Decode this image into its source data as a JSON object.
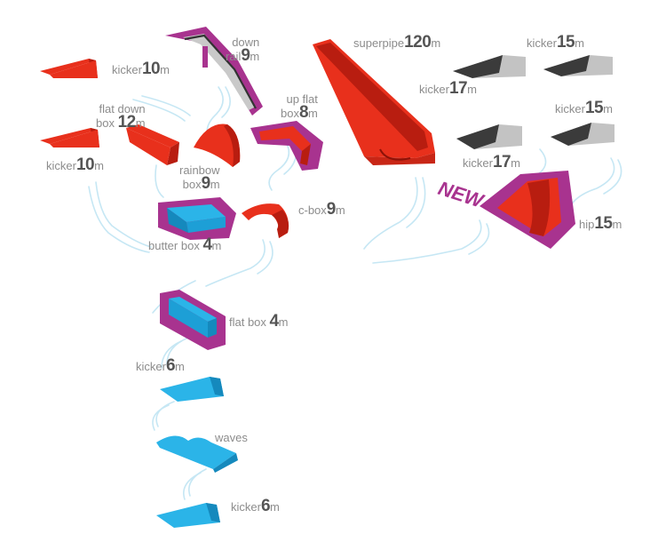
{
  "colors": {
    "red": "#e8301c",
    "red_dark": "#b81d10",
    "purple": "#a8338f",
    "blue": "#2bb4e8",
    "blue_dark": "#1589bd",
    "grey": "#c3c3c3",
    "grey_dark": "#4a4a4a",
    "path": "#bfe4f2"
  },
  "badge": "NEW",
  "features": [
    {
      "id": "kicker-10-a",
      "name": "kicker",
      "size": "10",
      "unit": "m"
    },
    {
      "id": "flat-down-box",
      "name_line1": "flat down",
      "name_line2": "box",
      "size": "12",
      "unit": "m"
    },
    {
      "id": "down-rail",
      "name_line1": "down",
      "name_line2": "rail",
      "size": "9",
      "unit": "m"
    },
    {
      "id": "up-flat-box",
      "name_line1": "up flat",
      "name_line2": "box",
      "size": "8",
      "unit": "m"
    },
    {
      "id": "superpipe",
      "name": "superpipe",
      "size": "120",
      "unit": "m"
    },
    {
      "id": "kicker-15-a",
      "name": "kicker",
      "size": "15",
      "unit": "m"
    },
    {
      "id": "kicker-17-a",
      "name": "kicker",
      "size": "17",
      "unit": "m"
    },
    {
      "id": "kicker-15-b",
      "name": "kicker",
      "size": "15",
      "unit": "m"
    },
    {
      "id": "kicker-17-b",
      "name": "kicker",
      "size": "17",
      "unit": "m"
    },
    {
      "id": "kicker-10-b",
      "name": "kicker",
      "size": "10",
      "unit": "m"
    },
    {
      "id": "rainbow-box",
      "name_line1": "rainbow",
      "name_line2": "box",
      "size": "9",
      "unit": "m"
    },
    {
      "id": "c-box",
      "name": "c-box",
      "size": "9",
      "unit": "m"
    },
    {
      "id": "hip",
      "name": "hip",
      "size": "15",
      "unit": "m"
    },
    {
      "id": "butter-box",
      "name": "butter box",
      "size": "4",
      "unit": "m"
    },
    {
      "id": "flat-box",
      "name": "flat box",
      "size": "4",
      "unit": "m"
    },
    {
      "id": "kicker-6-a",
      "name": "kicker",
      "size": "6",
      "unit": "m"
    },
    {
      "id": "waves",
      "name": "waves"
    },
    {
      "id": "kicker-6-b",
      "name": "kicker",
      "size": "6",
      "unit": "m"
    }
  ]
}
